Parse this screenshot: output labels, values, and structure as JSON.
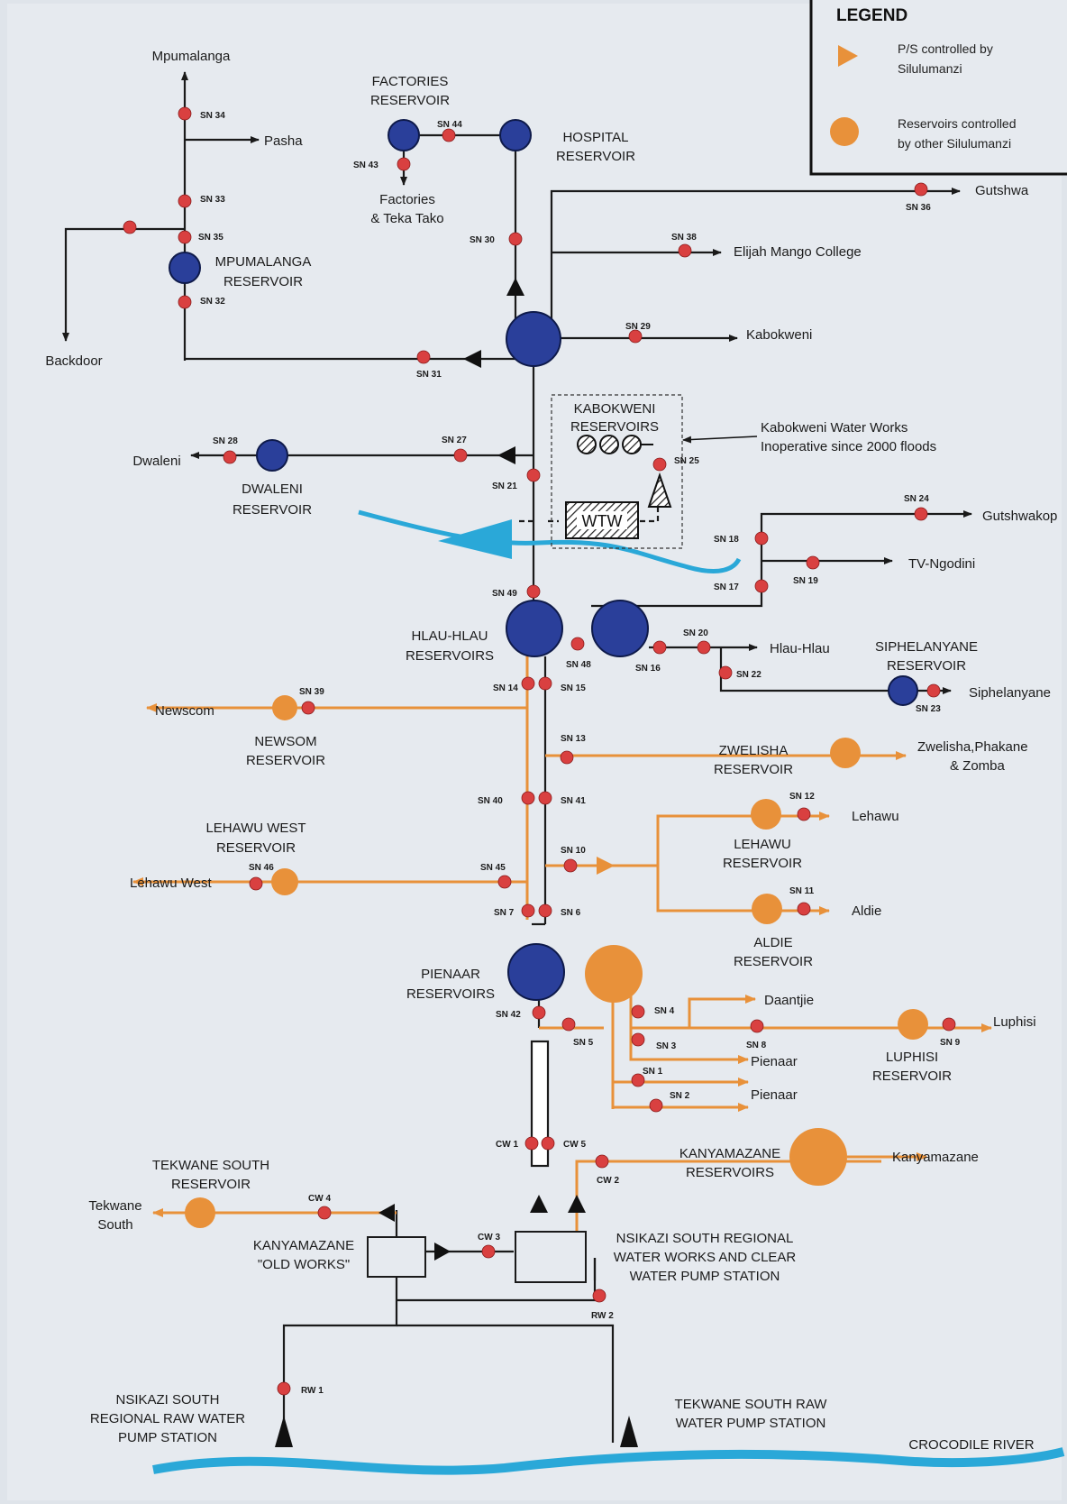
{
  "colors": {
    "black_pipe": "#1a1a1a",
    "orange_pipe": "#e8913a",
    "own_reservoir": "#2a3f9a",
    "other_reservoir": "#e8913a",
    "valve": "#d94040",
    "river": "#2aa8d8",
    "background": "#dfe4ea"
  },
  "legend": {
    "title": "LEGEND",
    "item1": [
      "P/S controlled by",
      "Silulumanzi"
    ],
    "item2": [
      "Reservoirs controlled",
      "by other Silulumanzi"
    ]
  },
  "places": {
    "mpumalanga": "Mpumalanga",
    "pasha": "Pasha",
    "backdoor": "Backdoor",
    "mpumalanga_res": [
      "MPUMALANGA",
      "RESERVOIR"
    ],
    "factories_res": [
      "FACTORIES",
      "RESERVOIR"
    ],
    "factories": [
      "Factories",
      "& Teka Tako"
    ],
    "hospital_res": [
      "HOSPITAL",
      "RESERVOIR"
    ],
    "gutshwa": "Gutshwa",
    "elijah": "Elijah Mango College",
    "kabokweni": "Kabokweni",
    "kabokweni_res": [
      "KABOKWENI",
      "RESERVOIRS"
    ],
    "water_works_note": [
      "Kabokweni Water Works",
      "Inoperative since 2000 floods"
    ],
    "wtw": "WTW",
    "dwaleni": "Dwaleni",
    "dwaleni_res": [
      "DWALENI",
      "RESERVOIR"
    ],
    "gutshwakop": "Gutshwakop",
    "tv_ngodini": "TV-Ngodini",
    "hlau_res": [
      "HLAU-HLAU",
      "RESERVOIRS"
    ],
    "hlau": "Hlau-Hlau",
    "siphelanyane_res": [
      "SIPHELANYANE",
      "RESERVOIR"
    ],
    "siphelanyane": "Siphelanyane",
    "newscom": "Newscom",
    "newsom_res": [
      "NEWSOM",
      "RESERVOIR"
    ],
    "zwelisha_res": [
      "ZWELISHA",
      "RESERVOIR"
    ],
    "zwelisha": [
      "Zwelisha,Phakane",
      "& Zomba"
    ],
    "lehawu_west_res": [
      "LEHAWU WEST",
      "RESERVOIR"
    ],
    "lehawu_west": "Lehawu West",
    "lehawu": "Lehawu",
    "lehawu_res": [
      "LEHAWU",
      "RESERVOIR"
    ],
    "aldie": "Aldie",
    "aldie_res": [
      "ALDIE",
      "RESERVOIR"
    ],
    "pienaar_res": [
      "PIENAAR",
      "RESERVOIRS"
    ],
    "daantjie": "Daantjie",
    "luphisi": "Luphisi",
    "luphisi_res": [
      "LUPHISI",
      "RESERVOIR"
    ],
    "pienaar1": "Pienaar",
    "pienaar2": "Pienaar",
    "kanyamazane_res": [
      "KANYAMAZANE",
      "RESERVOIRS"
    ],
    "kanyamazane": "Kanyamazane",
    "tekwane_south_res": [
      "TEKWANE SOUTH",
      "RESERVOIR"
    ],
    "tekwane_south": [
      "Tekwane",
      "South"
    ],
    "old_works": [
      "KANYAMAZANE",
      "\"OLD WORKS\""
    ],
    "nsikazi_works": [
      "NSIKAZI SOUTH REGIONAL",
      "WATER WORKS AND CLEAR",
      "WATER PUMP STATION"
    ],
    "nsikazi_raw": [
      "NSIKAZI SOUTH",
      "REGIONAL RAW  WATER",
      "PUMP STATION"
    ],
    "tekwane_raw": [
      "TEKWANE SOUTH RAW",
      "WATER PUMP STATION"
    ],
    "crocodile": "CROCODILE RIVER"
  },
  "valves": {
    "sn34": "SN 34",
    "sn33": "SN 33",
    "sn35": "SN 35",
    "sn32": "SN 32",
    "sn44": "SN 44",
    "sn43": "SN 43",
    "sn30": "SN 30",
    "sn36": "SN 36",
    "sn38": "SN 38",
    "sn29": "SN 29",
    "sn31": "SN 31",
    "sn28": "SN 28",
    "sn27": "SN 27",
    "sn21": "SN 21",
    "sn25": "SN 25",
    "sn24": "SN 24",
    "sn18": "SN 18",
    "sn17": "SN 17",
    "sn19": "SN 19",
    "sn49": "SN 49",
    "sn20": "SN 20",
    "sn48": "SN 48",
    "sn16": "SN 16",
    "sn22": "SN 22",
    "sn23": "SN 23",
    "sn39": "SN 39",
    "sn14": "SN 14",
    "sn15": "SN 15",
    "sn13": "SN 13",
    "sn40": "SN 40",
    "sn41": "SN 41",
    "sn12": "SN 12",
    "sn46": "SN 46",
    "sn45": "SN 45",
    "sn10": "SN 10",
    "sn11": "SN 11",
    "sn7": "SN 7",
    "sn6": "SN 6",
    "sn42": "SN 42",
    "sn5": "SN 5",
    "sn4": "SN 4",
    "sn3": "SN 3",
    "sn8": "SN 8",
    "sn9": "SN 9",
    "sn1": "SN 1",
    "sn2": "SN 2",
    "cw1": "CW 1",
    "cw5": "CW 5",
    "cw2": "CW 2",
    "cw4": "CW 4",
    "cw3": "CW 3",
    "rw2": "RW 2",
    "rw1": "RW 1"
  }
}
